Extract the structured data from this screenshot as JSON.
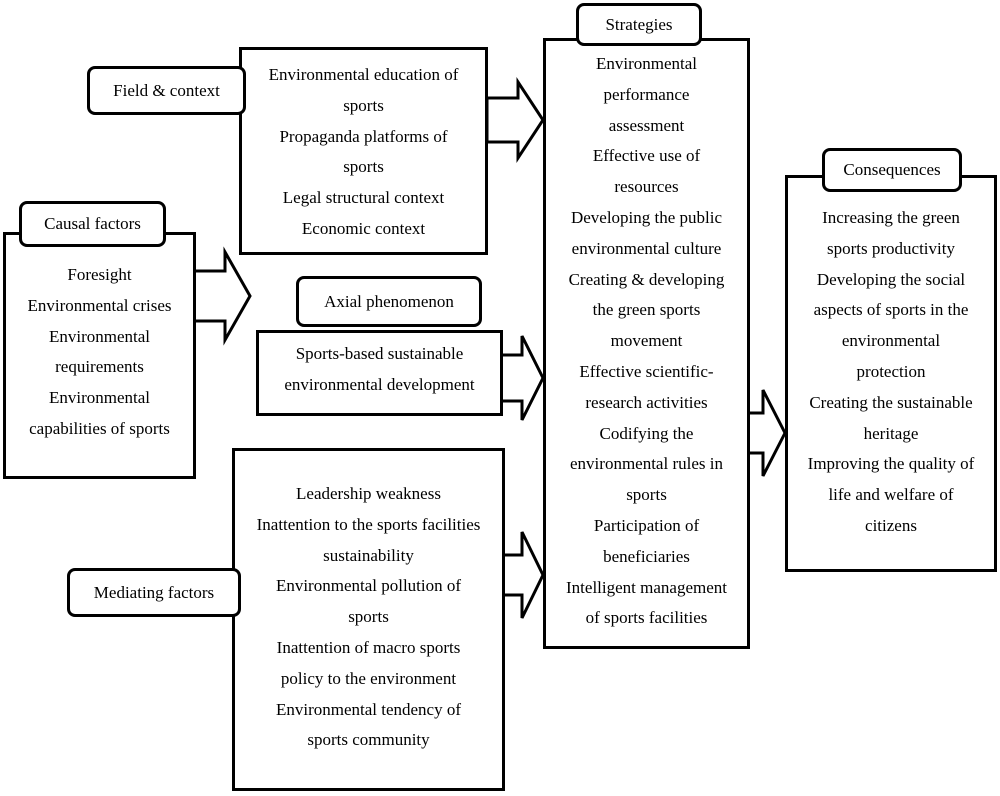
{
  "labels": {
    "field_context": "Field & context",
    "causal_factors": "Causal factors",
    "axial_phenomenon": "Axial phenomenon",
    "mediating_factors": "Mediating factors",
    "strategies": "Strategies",
    "consequences": "Consequences"
  },
  "boxes": {
    "field_context": [
      "Environmental education of",
      "sports",
      "Propaganda platforms of",
      "sports",
      "Legal structural context",
      "Economic context"
    ],
    "causal_factors": [
      "Foresight",
      "Environmental crises",
      "Environmental",
      "requirements",
      "Environmental",
      "capabilities of sports"
    ],
    "axial_phenomenon": [
      "Sports-based sustainable",
      "environmental development"
    ],
    "mediating_factors": [
      "Leadership weakness",
      "Inattention to the sports facilities",
      "sustainability",
      "Environmental pollution of",
      "sports",
      "Inattention of macro sports",
      "policy to the environment",
      "Environmental tendency of",
      "sports community"
    ],
    "strategies": [
      "Environmental",
      "performance",
      "assessment",
      "Effective use of",
      "resources",
      "Developing the public",
      "environmental culture",
      "Creating & developing",
      "the green sports",
      "movement",
      "Effective scientific-",
      "research activities",
      "Codifying the",
      "environmental rules in",
      "sports",
      "Participation of",
      "beneficiaries",
      "Intelligent management",
      "of sports facilities"
    ],
    "consequences": [
      "Increasing the green",
      "sports productivity",
      "Developing the social",
      "aspects of sports in the",
      "environmental",
      "protection",
      "Creating the sustainable",
      "heritage",
      "Improving the quality of",
      "life and welfare of",
      "citizens"
    ]
  }
}
